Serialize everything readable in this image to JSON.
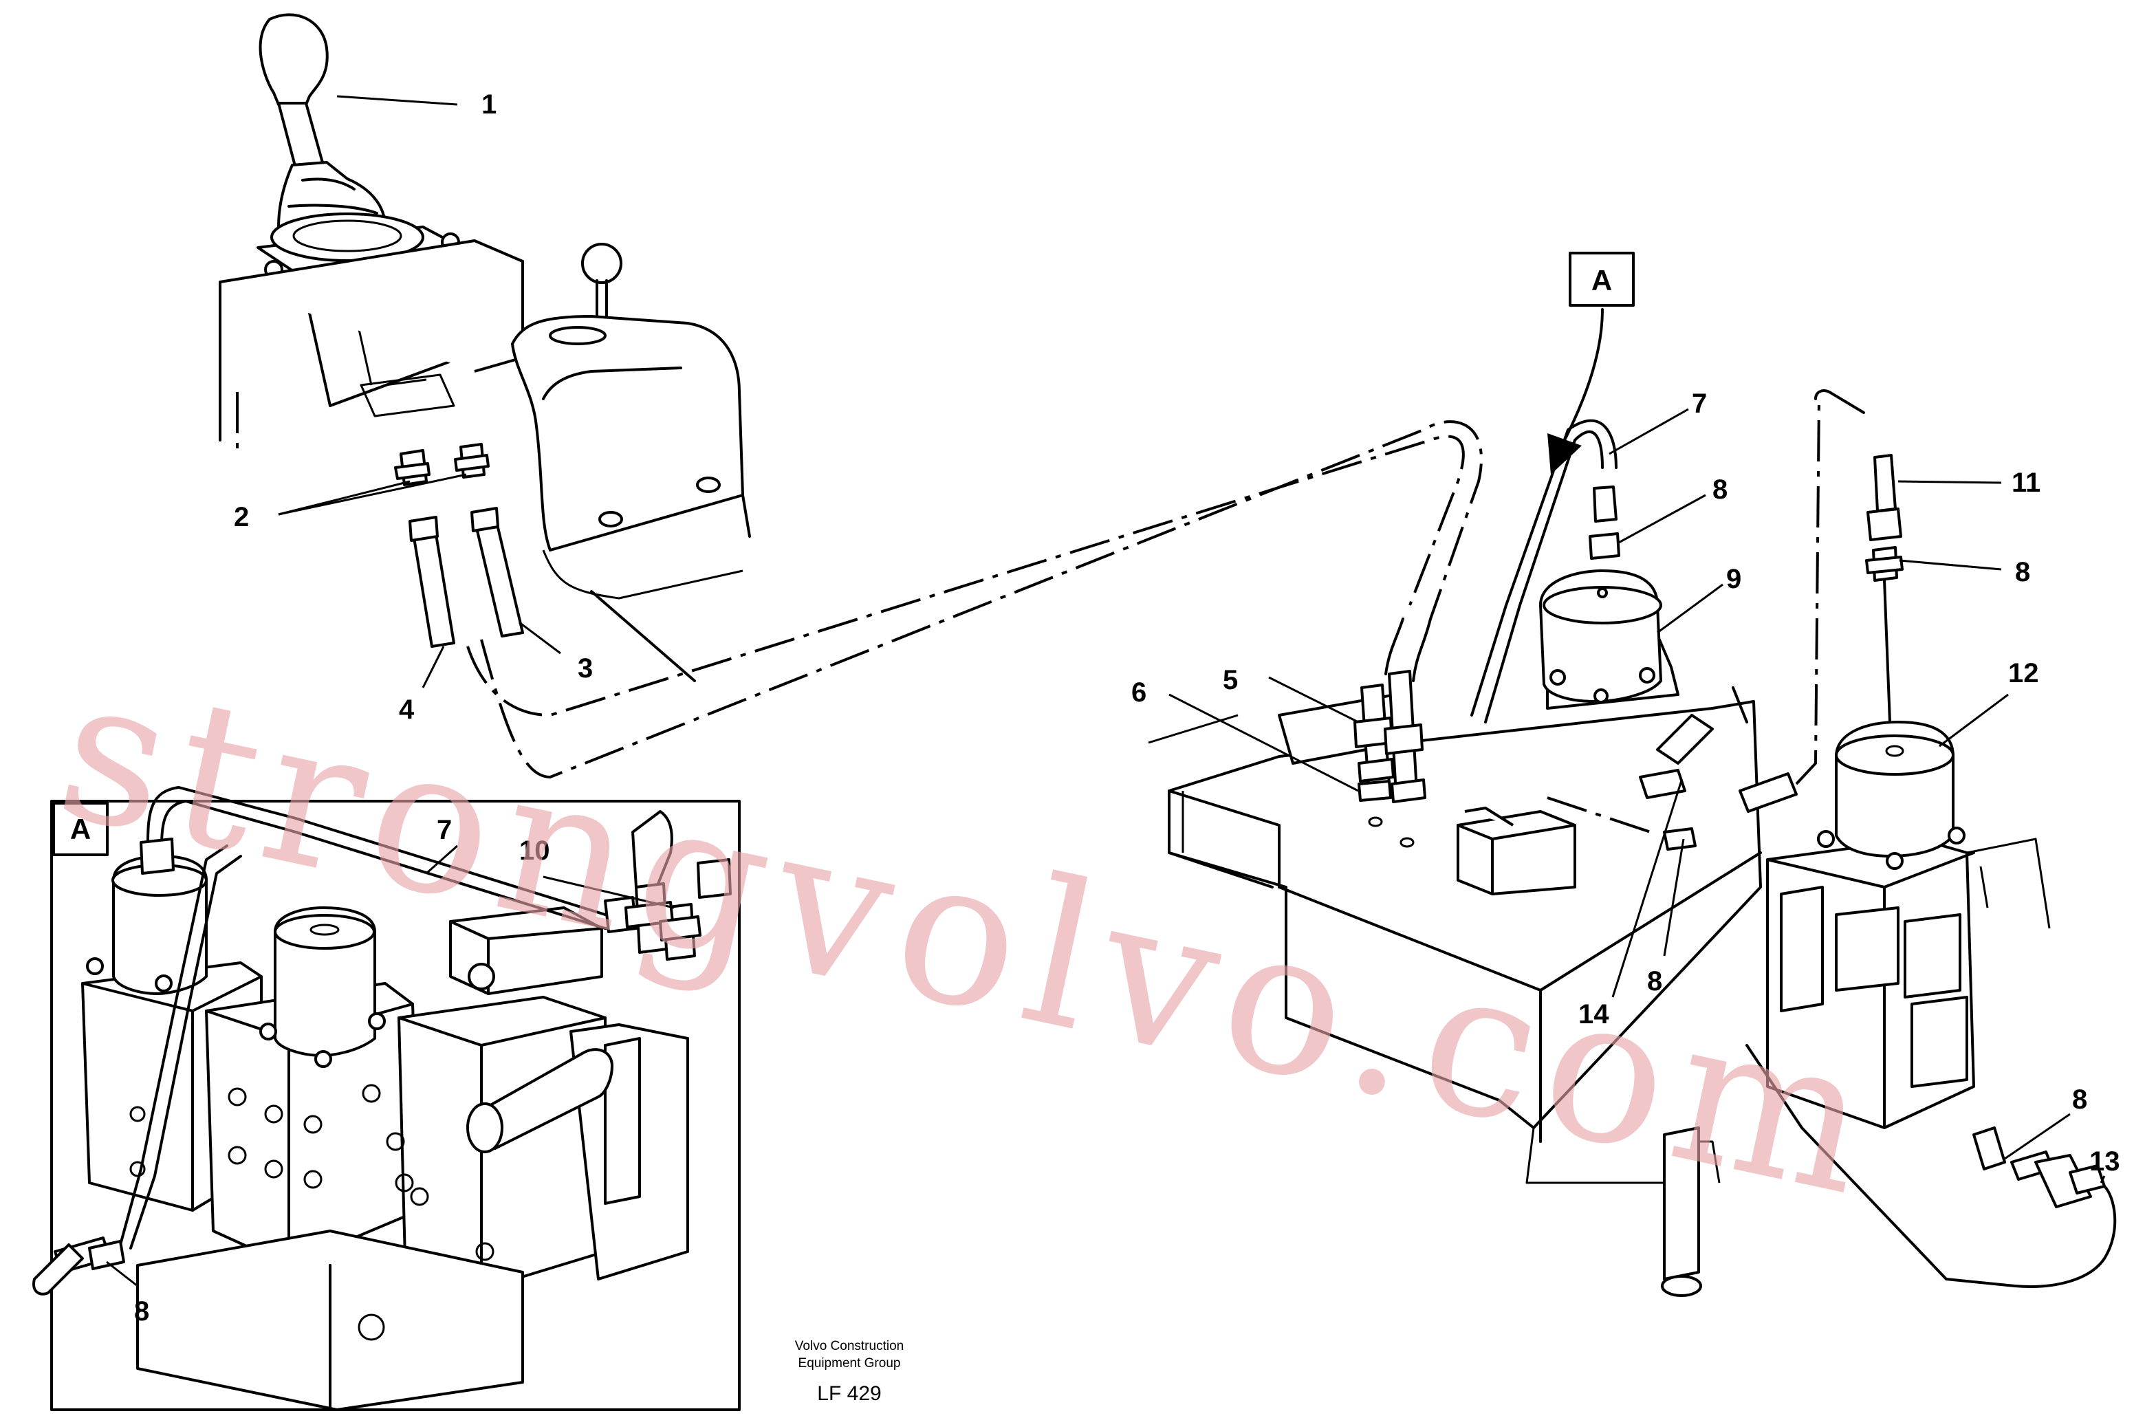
{
  "diagram": {
    "callouts": {
      "c1": "1",
      "c2": "2",
      "c3": "3",
      "c4": "4",
      "c5": "5",
      "c6": "6",
      "c7_main": "7",
      "c8_fitting_right_top": "8",
      "c9": "9",
      "c10_inset": "10",
      "c11": "11",
      "c8_fitting_far_right": "8",
      "c12": "12",
      "c14": "14",
      "c8_fitting_mid": "8",
      "c8_fitting_bottom_right": "8",
      "c13": "13",
      "c7_inset": "7",
      "c8_inset": "8"
    },
    "view_reference": {
      "main_label": "A",
      "inset_label": "A"
    },
    "footer": {
      "company_line1": "Volvo Construction",
      "company_line2": "Equipment Group",
      "drawing_code": "LF 429"
    },
    "watermark": "strongvolvo.com"
  }
}
